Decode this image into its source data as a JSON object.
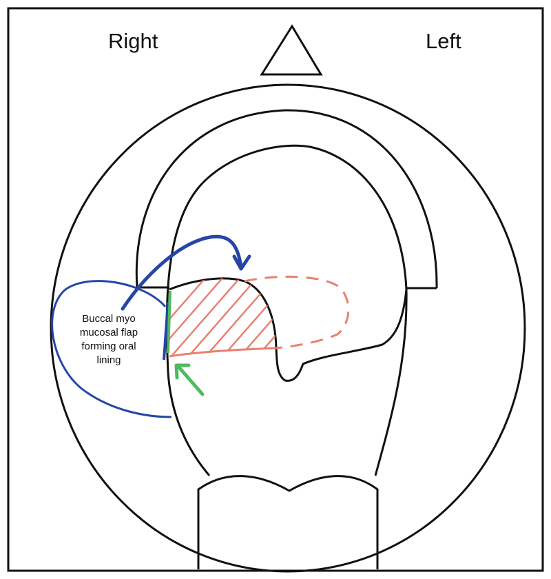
{
  "labels": {
    "right": "Right",
    "left": "Left",
    "flap_annotation": "Buccal myo\nmucosal flap\nforming oral\nlining"
  },
  "colors": {
    "outline": "#111111",
    "flap": "#2546a6",
    "defect_hatch": "#e8806f",
    "margin": "#4cbb5e"
  }
}
